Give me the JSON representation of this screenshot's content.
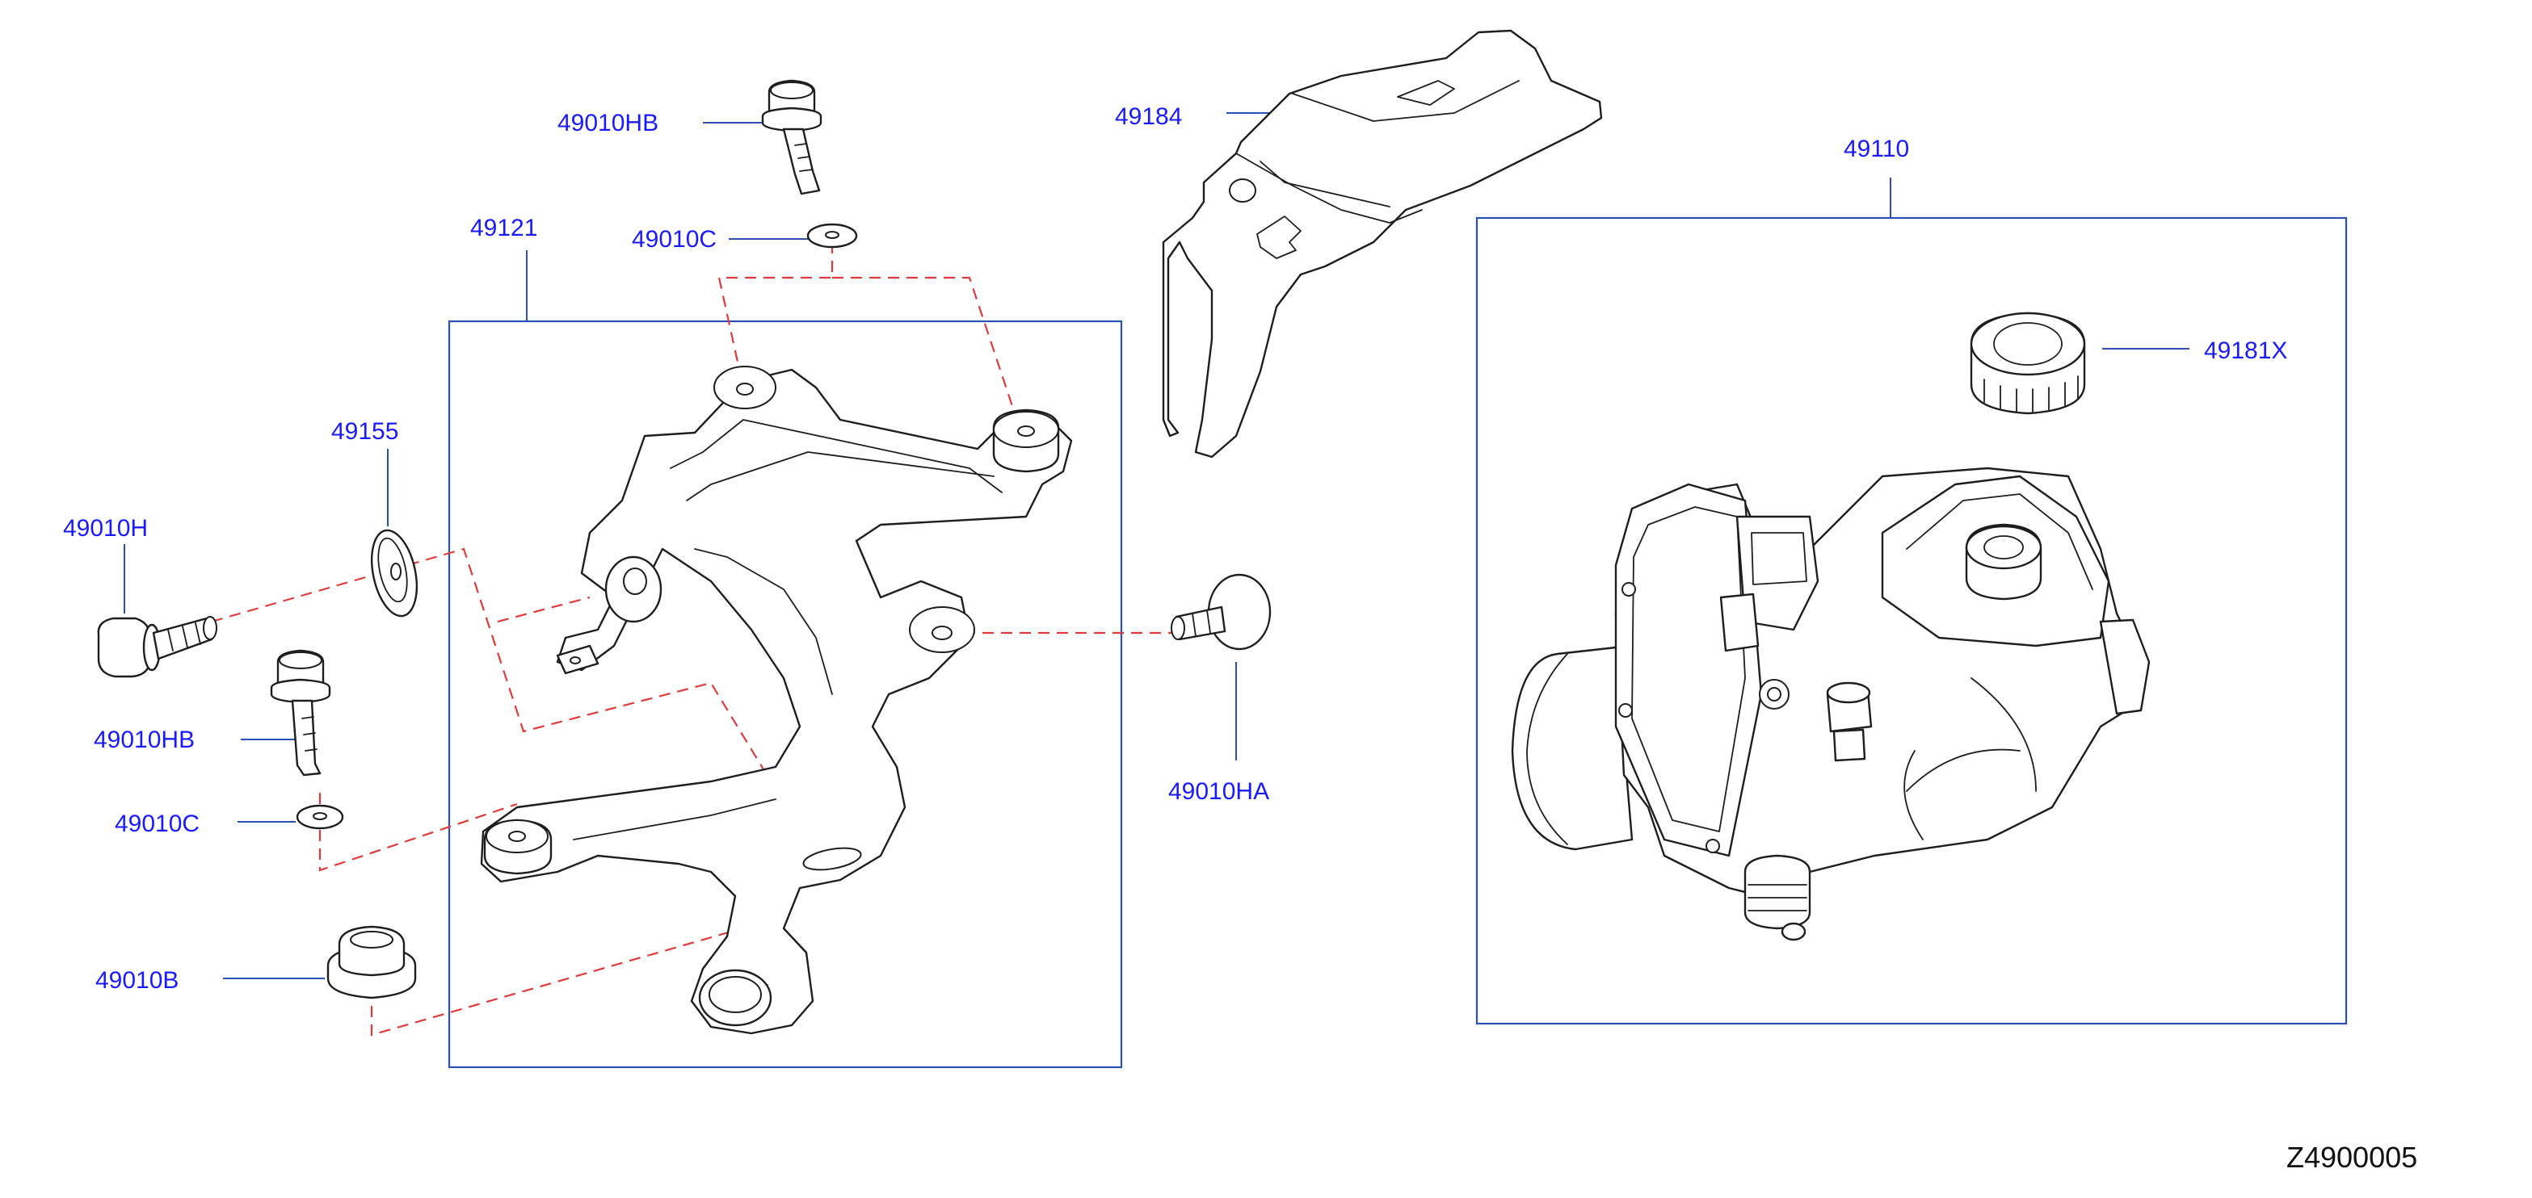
{
  "labels": {
    "hb_top": "49010HB",
    "c_top": "49010C",
    "bracket": "49121",
    "grommet": "49155",
    "h": "49010H",
    "hb_left": "49010HB",
    "c_left": "49010C",
    "b": "49010B",
    "ha": "49010HA",
    "cover": "49184",
    "actuator": "49110",
    "cap": "49181X"
  },
  "diagram_code": "Z4900005",
  "colors": {
    "label": "#1a1aff",
    "leader": "#2b4fb5",
    "dashed_line": "#e23a3a",
    "part_outline": "#1e1e1e"
  }
}
